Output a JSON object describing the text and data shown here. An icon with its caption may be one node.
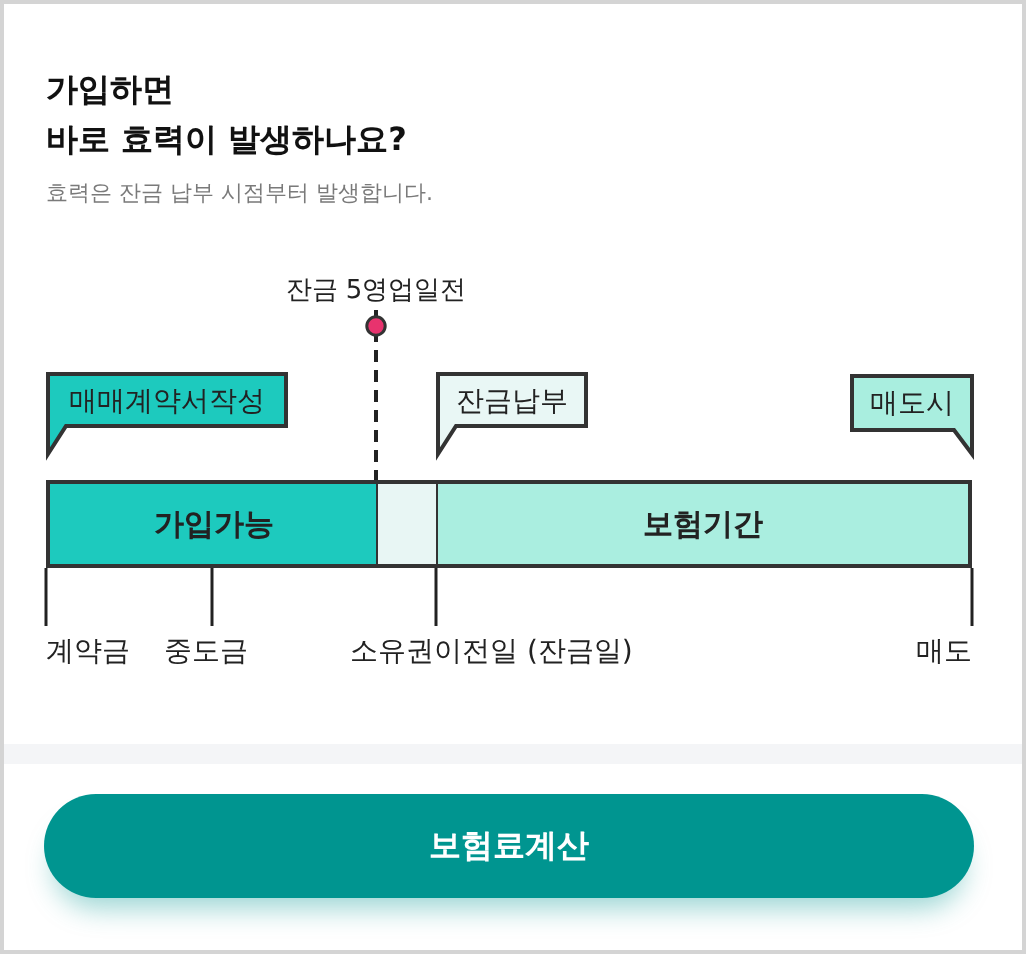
{
  "diagram": {
    "title": "가입하면 바로 효력이 발생하나요?",
    "nodes": [
      {
        "text": [
          "잔금 5영업일전"
        ]
      },
      {
        "text": [
          "매매계약서작성"
        ]
      },
      {
        "text": [
          "잔금납부"
        ]
      },
      {
        "text": [
          "매도시"
        ]
      },
      {
        "text": [
          "가입가능"
        ]
      },
      {
        "text": [],
        "shape": "bar"
      },
      {
        "text": [
          "보험기간"
        ]
      },
      {
        "text": [
          "계약금"
        ]
      },
      {
        "text": [
          "중도금"
        ]
      },
      {
        "text": [
          "소유권이전일 (잔금일)"
        ]
      },
      {
        "text": [
          "매도"
        ]
      }
    ],
    "edges": [
      {
        "from": 0,
        "to": 5,
        "arrow": "other",
        "style": "dashed"
      },
      {
        "from": 4,
        "to": 7,
        "arrow": "none"
      },
      {
        "from": 4,
        "to": 8,
        "arrow": "none"
      },
      {
        "from": 5,
        "to": 9,
        "arrow": "none"
      },
      {
        "from": 6,
        "to": 10,
        "arrow": "none"
      }
    ],
    "labels": [
      "효력은 잔금 납부 시점부터 발생합니다.",
      "보험료계산"
    ]
  }
}
